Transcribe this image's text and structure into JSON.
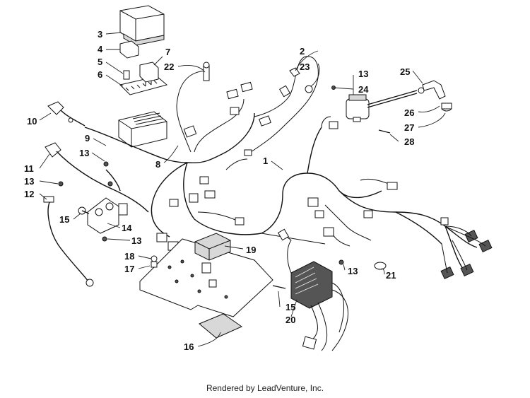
{
  "callouts": [
    {
      "id": "c1",
      "label": "1"
    },
    {
      "id": "c2",
      "label": "2"
    },
    {
      "id": "c3",
      "label": "3"
    },
    {
      "id": "c4",
      "label": "4"
    },
    {
      "id": "c5",
      "label": "5"
    },
    {
      "id": "c6",
      "label": "6"
    },
    {
      "id": "c7",
      "label": "7"
    },
    {
      "id": "c8",
      "label": "8"
    },
    {
      "id": "c9",
      "label": "9"
    },
    {
      "id": "c10",
      "label": "10"
    },
    {
      "id": "c11",
      "label": "11"
    },
    {
      "id": "c12",
      "label": "12"
    },
    {
      "id": "c13a",
      "label": "13"
    },
    {
      "id": "c13b",
      "label": "13"
    },
    {
      "id": "c13c",
      "label": "13"
    },
    {
      "id": "c13d",
      "label": "13"
    },
    {
      "id": "c13e",
      "label": "13"
    },
    {
      "id": "c14",
      "label": "14"
    },
    {
      "id": "c15a",
      "label": "15"
    },
    {
      "id": "c15b",
      "label": "15"
    },
    {
      "id": "c16",
      "label": "16"
    },
    {
      "id": "c17",
      "label": "17"
    },
    {
      "id": "c18",
      "label": "18"
    },
    {
      "id": "c19",
      "label": "19"
    },
    {
      "id": "c20",
      "label": "20"
    },
    {
      "id": "c21",
      "label": "21"
    },
    {
      "id": "c22",
      "label": "22"
    },
    {
      "id": "c23",
      "label": "23"
    },
    {
      "id": "c24",
      "label": "24"
    },
    {
      "id": "c25",
      "label": "25"
    },
    {
      "id": "c26",
      "label": "26"
    },
    {
      "id": "c27",
      "label": "27"
    },
    {
      "id": "c28",
      "label": "28"
    }
  ],
  "footer": "Rendered by LeadVenture, Inc."
}
